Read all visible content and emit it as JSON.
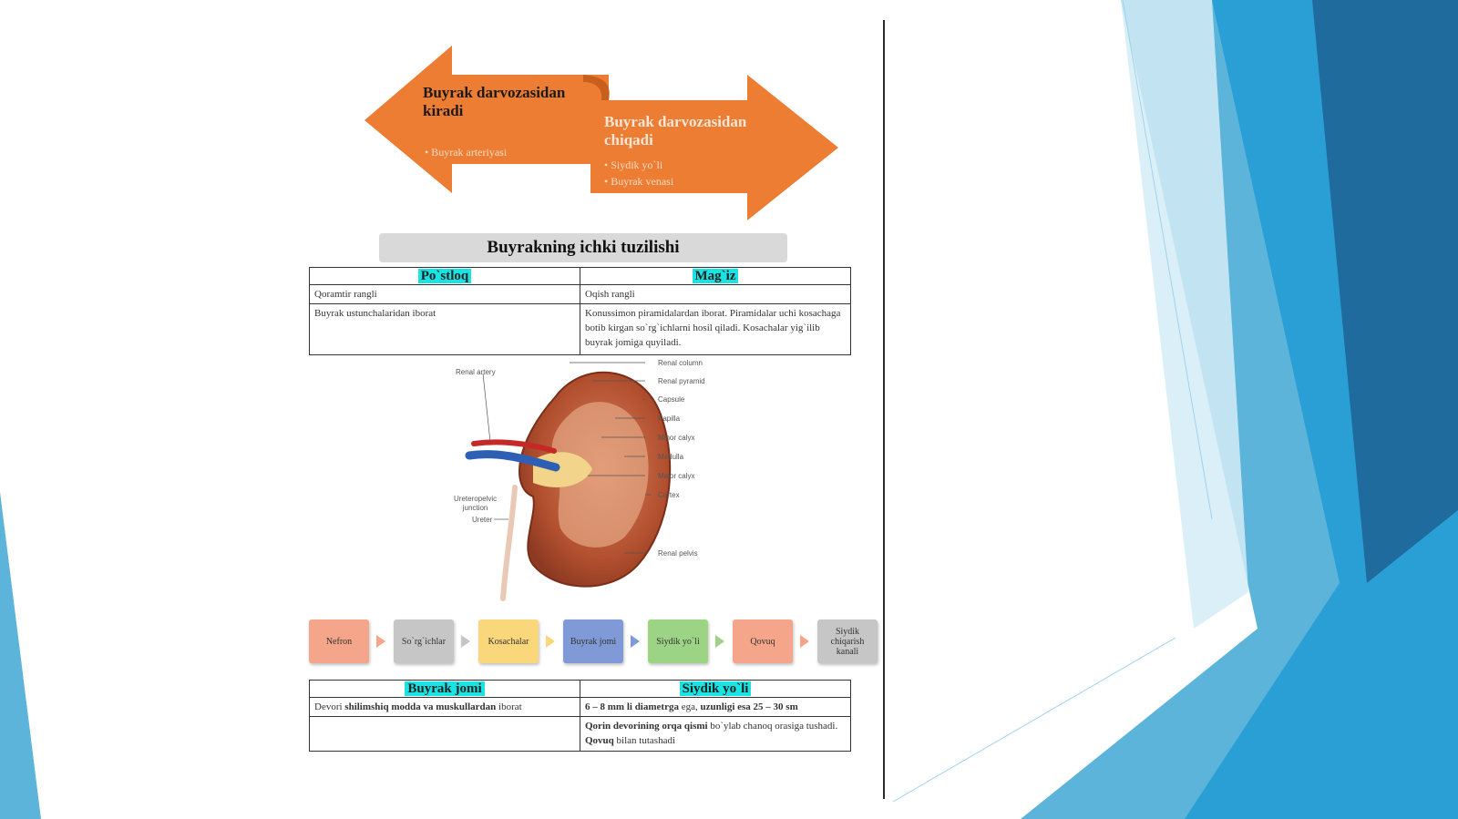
{
  "colors": {
    "orange": "#ec7d33",
    "highlight": "#19e3e3",
    "blue_dark": "#1f6b9e",
    "blue_mid": "#2a9fd6",
    "blue_light": "#8ccbe8"
  },
  "arrows": {
    "in": {
      "title": "Buyrak darvozasidan kiradi",
      "items": [
        "Buyrak arteriyasi"
      ]
    },
    "out": {
      "title": "Buyrak darvozasidan chiqadi",
      "items": [
        "Siydik yo`li",
        "Buyrak venasi"
      ]
    }
  },
  "section_title": "Buyrakning ichki tuzilishi",
  "table1": {
    "headers": [
      "Po`stloq",
      "Mag`iz"
    ],
    "rows": [
      [
        "Qoramtir rangli",
        "Oqish rangli"
      ],
      [
        "Buyrak ustunchalaridan iborat",
        "Konussimon piramidalardan iborat. Piramidalar uchi kosachaga botib kirgan so`rg`ichlarni hosil qiladi. Kosachalar yig`ilib buyrak jomiga quyiladi."
      ]
    ]
  },
  "kidney_labels": {
    "renal_artery": "Renal artery",
    "renal_column": "Renal column",
    "renal_pyramid": "Renal pyramid",
    "capsule": "Capsule",
    "papilla": "Papilla",
    "minor_calyx": "Minor calyx",
    "medulla": "Medulla",
    "major_calyx": "Major calyx",
    "cortex": "Cortex",
    "renal_pelvis": "Renal pelvis",
    "ureteropelvic_line1": "Ureteropelvic",
    "ureteropelvic_line2": "junction",
    "ureter": "Ureter"
  },
  "flow": [
    {
      "label": "Nefron",
      "color": "#f4a58a"
    },
    {
      "label": "So`rg`ichlar",
      "color": "#c6c6c6"
    },
    {
      "label": "Kosachalar",
      "color": "#f9d77a"
    },
    {
      "label": "Buyrak jomi",
      "color": "#7f9ad6"
    },
    {
      "label": "Siydik yo`li",
      "color": "#9dd384"
    },
    {
      "label": "Qovuq",
      "color": "#f4a58a"
    },
    {
      "label": "Siydik chiqarish kanali",
      "color": "#c6c6c6"
    }
  ],
  "table2": {
    "headers": [
      "Buyrak jomi",
      "Siydik yo`li"
    ],
    "row1": {
      "left_pre": "Devori ",
      "left_bold": "shilimshiq modda va muskullardan",
      "left_post": " iborat",
      "right_bold1": "6 – 8 mm li diametrga",
      "right_mid": " ega, ",
      "right_bold2": "uzunligi esa 25 – 30 sm"
    },
    "row2": {
      "right_bold1": "Qorin devorining orqa qismi",
      "right_mid": " bo`ylab chanoq orasiga tushadi. ",
      "right_bold2": "Qovuq",
      "right_post": " bilan tutashadi"
    }
  }
}
